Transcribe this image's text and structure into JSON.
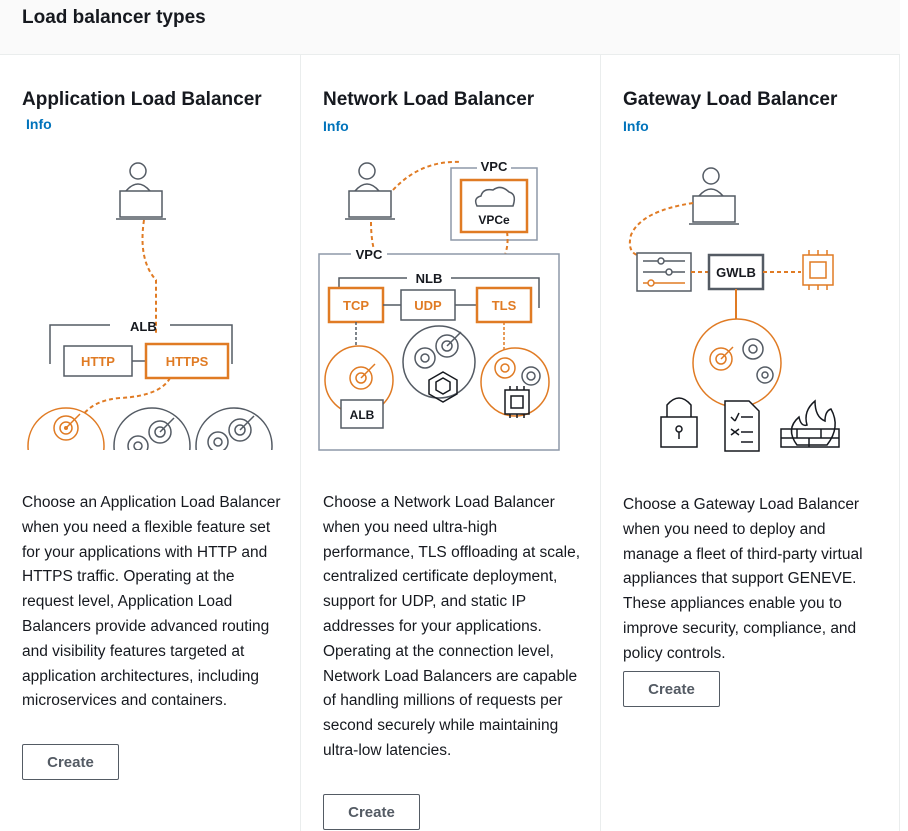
{
  "panel": {
    "title": "Load balancer types"
  },
  "colors": {
    "accent_orange": "#e07b24",
    "line_gray": "#545b64",
    "link_blue": "#0073bb"
  },
  "cards": [
    {
      "title": "Application Load Balancer",
      "info_label": "Info",
      "description": "Choose an Application Load Balancer when you need a flexible feature set for your applications with HTTP and HTTPS traffic. Operating at the request level, Application Load Balancers provide advanced routing and visibility features targeted at application architectures, including microservices and containers.",
      "button_label": "Create",
      "diagram": {
        "group_label": "ALB",
        "listener_1": "HTTP",
        "listener_2": "HTTPS",
        "icons": [
          "user-laptop-icon",
          "target-icon",
          "lambda-icon",
          "container-icon",
          "chip-icon"
        ]
      }
    },
    {
      "title": "Network Load Balancer",
      "info_label": "Info",
      "description": "Choose a Network Load Balancer when you need ultra-high performance, TLS offloading at scale, centralized certificate deployment, support for UDP, and static IP addresses for your applications. Operating at the connection level, Network Load Balancers are capable of handling millions of requests per second securely while maintaining ultra-low latencies.",
      "button_label": "Create",
      "diagram": {
        "vpc_top_label": "VPC",
        "vpce_label": "VPCe",
        "vpc_label": "VPC",
        "nlb_label": "NLB",
        "listener_1": "TCP",
        "listener_2": "UDP",
        "listener_3": "TLS",
        "alb_label": "ALB",
        "icons": [
          "user-laptop-icon",
          "cloud-icon",
          "target-icon",
          "container-icon",
          "chip-icon"
        ]
      }
    },
    {
      "title": "Gateway Load Balancer",
      "info_label": "Info",
      "description": "Choose a Gateway Load Balancer when you need to deploy and manage a fleet of third-party virtual appliances that support GENEVE. These appliances enable you to improve security, compliance, and policy controls.",
      "button_label": "Create",
      "diagram": {
        "gwlb_label": "GWLB",
        "icons": [
          "user-laptop-icon",
          "route-table-icon",
          "chip-icon",
          "target-icon",
          "lock-icon",
          "checklist-icon",
          "firewall-icon"
        ]
      }
    }
  ]
}
